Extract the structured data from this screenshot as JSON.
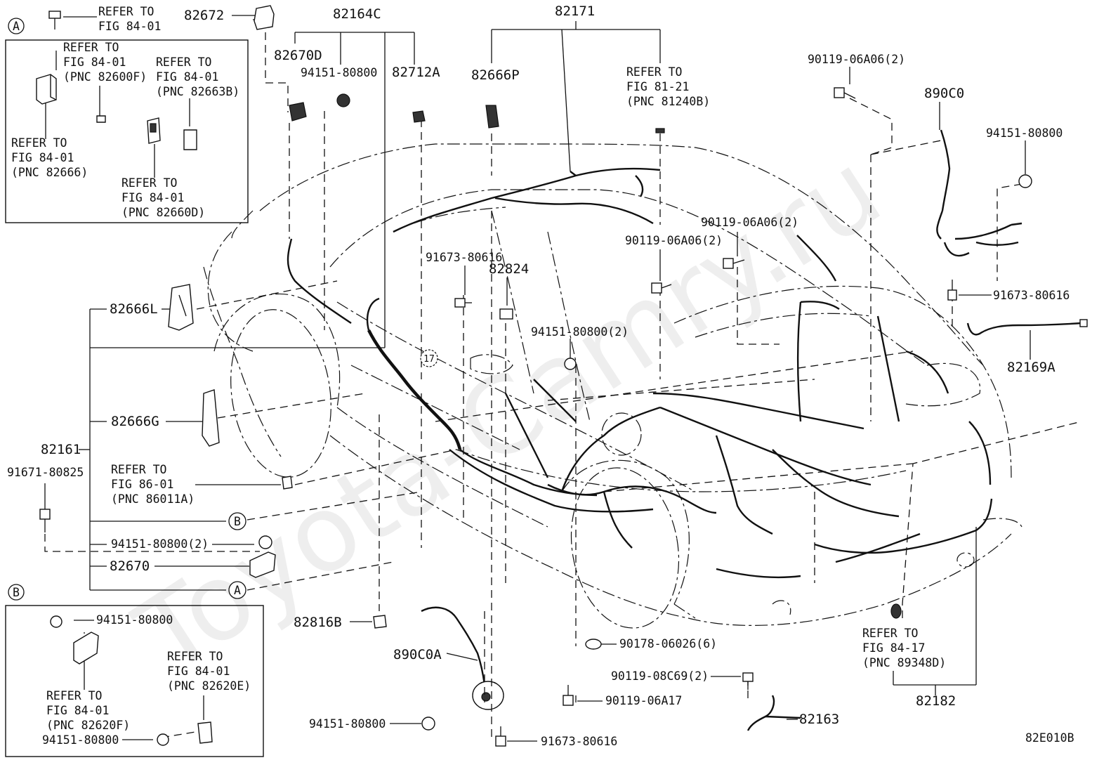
{
  "watermark": "Toyota-Camry.ru",
  "diagram_code": "82E010B",
  "inset_a": {
    "marker": "A",
    "notes": [
      {
        "l1": "REFER TO",
        "l2": "FIG 84-01",
        "l3": "(PNC 82600F)"
      },
      {
        "l1": "REFER TO",
        "l2": "FIG 84-01",
        "l3": "(PNC 82663B)"
      },
      {
        "l1": "REFER TO",
        "l2": "FIG 84-01",
        "l3": "(PNC 82666)"
      },
      {
        "l1": "REFER TO",
        "l2": "FIG 84-01",
        "l3": "(PNC 82660D)"
      }
    ]
  },
  "inset_b": {
    "marker": "B",
    "part_top": "94151-80800",
    "part_bottom": "94151-80800",
    "notes": [
      {
        "l1": "REFER TO",
        "l2": "FIG 84-01",
        "l3": "(PNC 82620E)"
      },
      {
        "l1": "REFER TO",
        "l2": "FIG 84-01",
        "l3": "(PNC 82620F)"
      }
    ]
  },
  "top_refer": {
    "l1": "REFER TO",
    "l2": "FIG 84-01"
  },
  "refer_81": {
    "l1": "REFER TO",
    "l2": "FIG 81-21",
    "l3": "(PNC 81240B)"
  },
  "refer_86": {
    "l1": "REFER TO",
    "l2": "FIG 86-01",
    "l3": "(PNC 86011A)"
  },
  "refer_84_17": {
    "l1": "REFER TO",
    "l2": "FIG 84-17",
    "l3": "(PNC 89348D)"
  },
  "callout_markers": {
    "b": "B",
    "a": "A",
    "seventeen": "17"
  },
  "parts": {
    "p82672": "82672",
    "p82164C": "82164C",
    "p82171": "82171",
    "p82670D": "82670D",
    "p94151_top": "94151-80800",
    "p82712A": "82712A",
    "p82666P": "82666P",
    "p90119_a": "90119-06A06(2)",
    "p890C0": "890C0",
    "p94151_right": "94151-80800",
    "p90119_b": "90119-06A06(2)",
    "p90119_c": "90119-06A06(2)",
    "p91673_a": "91673-80616",
    "p82824": "82824",
    "p91673_b": "91673-80616",
    "p82666L": "82666L",
    "p94151_mid": "94151-80800(2)",
    "p82169A": "82169A",
    "p82666G": "82666G",
    "p82161": "82161",
    "p91671": "91671-80825",
    "p94151_left": "94151-80800(2)",
    "p82670": "82670",
    "p82816B": "82816B",
    "p890C0A": "890C0A",
    "p90178": "90178-06026(6)",
    "p90119_08C69": "90119-08C69(2)",
    "p90119_06A17": "90119-06A17",
    "p82163": "82163",
    "p82182": "82182",
    "p94151_bottom": "94151-80800",
    "p91673_c": "91673-80616"
  }
}
